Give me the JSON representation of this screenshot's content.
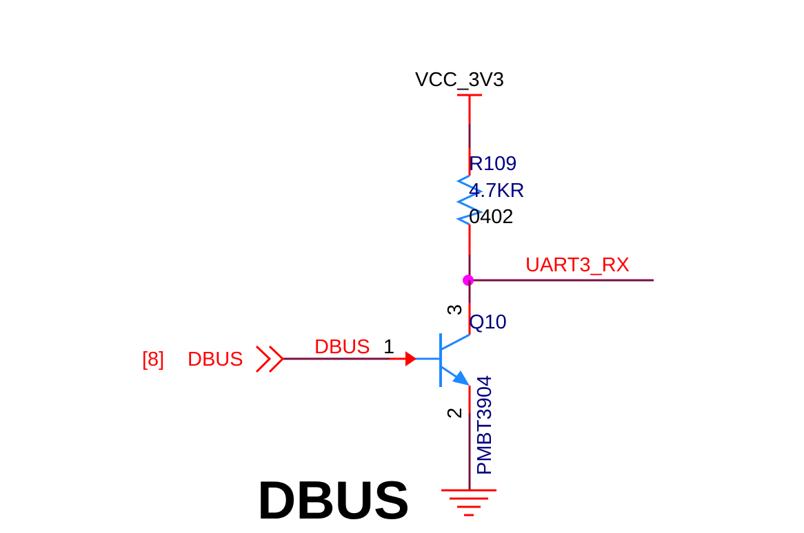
{
  "diagram": {
    "title": "DBUS",
    "power": {
      "net": "VCC_3V3"
    },
    "resistor": {
      "ref": "R109",
      "value": "4.7KR",
      "package": "0402"
    },
    "output_net": {
      "name": "UART3_RX"
    },
    "transistor": {
      "ref": "Q10",
      "part": "PMBT3904",
      "pin_base": "1",
      "pin_collector": "3",
      "pin_emitter": "2"
    },
    "input_port": {
      "sheet_ref": "[8]",
      "name": "DBUS"
    },
    "input_net": {
      "name": "DBUS"
    },
    "colors": {
      "wire": "#7a1040",
      "pin": "#ff0000",
      "symbol": "#1e88ff",
      "junction": "#ff00ff",
      "net_label": "#ff0000",
      "designator": "#00007f",
      "text": "#000000"
    }
  }
}
